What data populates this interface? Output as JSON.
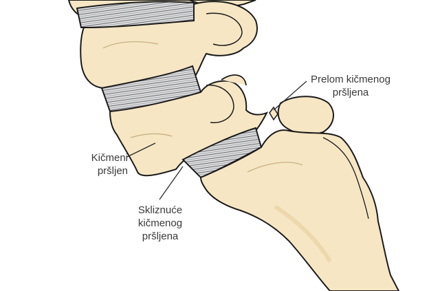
{
  "labels": {
    "vertebra": [
      "Kičmeni",
      "pršljen"
    ],
    "slip": [
      "Skliznuće",
      "kičmenog",
      "pršljena"
    ],
    "fracture": [
      "Prelom kičmenog",
      "pršljena"
    ]
  },
  "colors": {
    "bone": "#f6e6c4",
    "bone_shade": "#e7cf9d",
    "disc": "#dcdde0",
    "disc_line": "#5b5b5b",
    "outline": "#1b1b1b",
    "leader": "#2a2a2a",
    "text": "#3a3a3a"
  }
}
